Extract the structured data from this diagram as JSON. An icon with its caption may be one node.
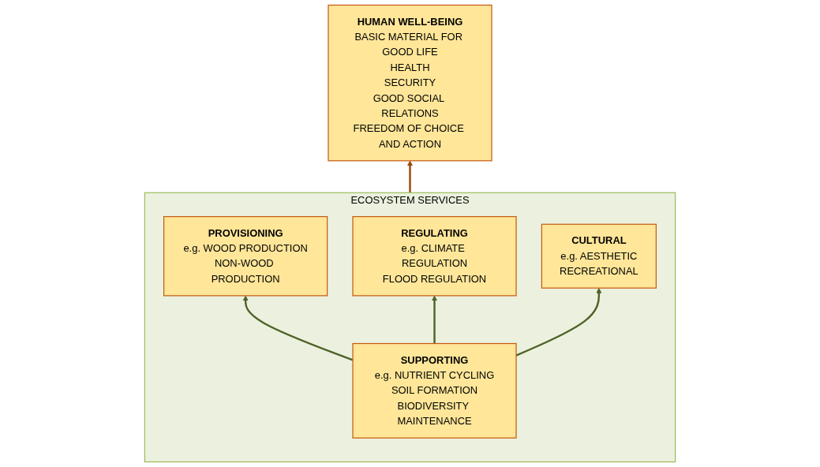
{
  "diagram": {
    "nodes": [
      {
        "text": [
          "HUMAN WELL-BEING",
          "BASIC MATERIAL FOR GOOD LIFE",
          "HEALTH",
          "SECURITY",
          "GOOD SOCIAL RELATIONS",
          "FREEDOM OF CHOICE AND ACTION"
        ]
      },
      {
        "text": [
          "ECOSYSTEM SERVICES"
        ]
      },
      {
        "text": [
          "PROVISIONING",
          "e.g. WOOD PRODUCTION",
          "NON-WOOD PRODUCTION"
        ],
        "in": 1
      },
      {
        "text": [
          "REGULATING",
          "e.g. CLIMATE REGULATION",
          "FLOOD REGULATION"
        ],
        "in": 1
      },
      {
        "text": [
          "CULTURAL",
          "e.g. AESTHETIC",
          "RECREATIONAL"
        ],
        "in": 1
      },
      {
        "text": [
          "SUPPORTING",
          "e.g. NUTRIENT CYCLING",
          "SOIL FORMATION",
          "BIODIVERSITY MAINTENANCE"
        ],
        "in": 1
      }
    ],
    "edges": [
      {
        "from": 1,
        "to": 0,
        "arrow": "to",
        "color": "#984807"
      },
      {
        "from": 5,
        "to": 2,
        "arrow": "to"
      },
      {
        "from": 5,
        "to": 3,
        "arrow": "to"
      },
      {
        "from": 5,
        "to": 4,
        "arrow": "to"
      }
    ]
  }
}
